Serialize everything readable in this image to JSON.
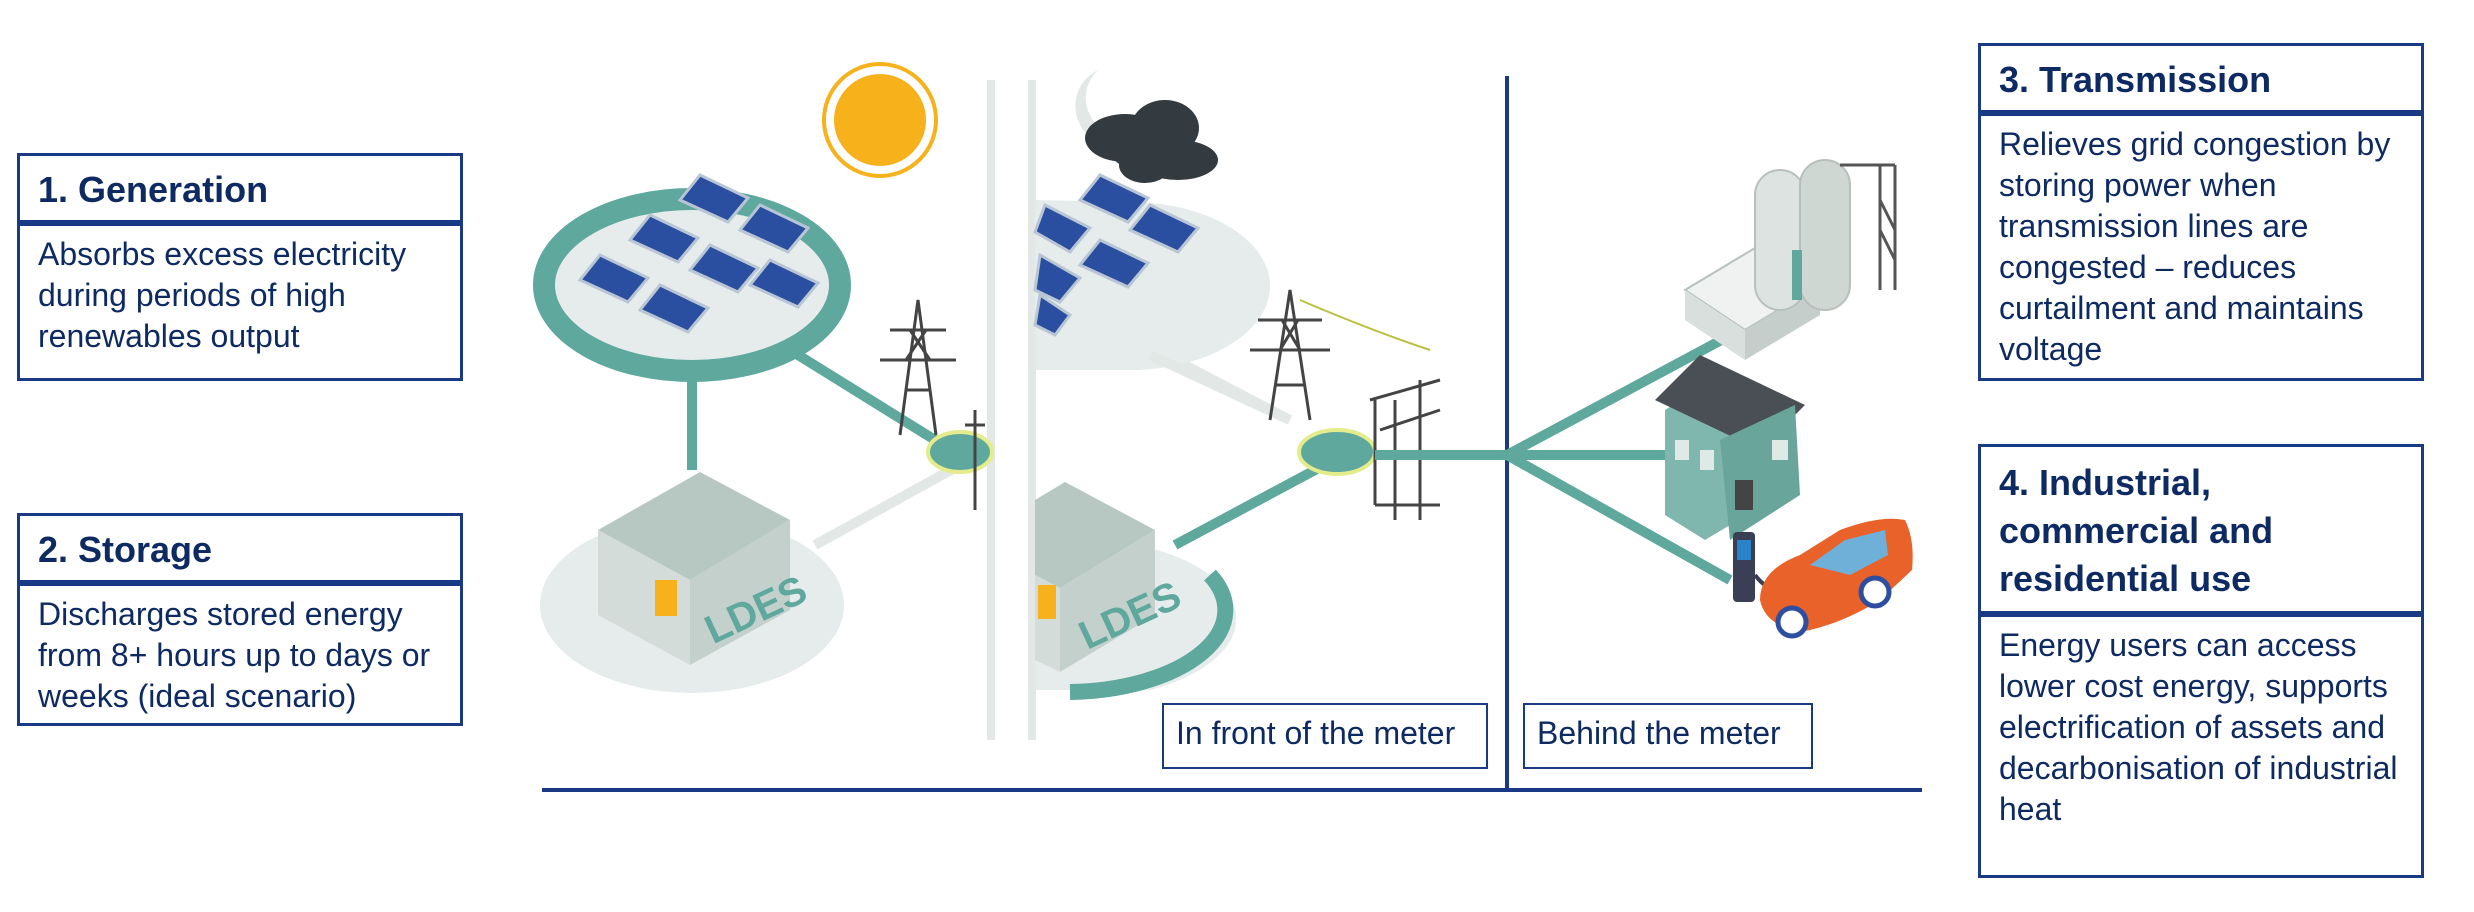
{
  "generation": {
    "title": "1. Generation",
    "body": "Absorbs excess electricity during periods of high renewables output"
  },
  "storage": {
    "title": "2. Storage",
    "body": "Discharges stored energy from 8+ hours up to days or weeks (ideal scenario)"
  },
  "transmission": {
    "title": "3. Transmission",
    "body": "Relieves grid congestion by storing power when transmission lines are congested – reduces curtailment and maintains voltage"
  },
  "industrial": {
    "title": "4. Industrial, commercial and residential use",
    "body": "Energy users can access lower cost energy, supports electrification of assets and decarbonisation of industrial heat"
  },
  "meter_labels": {
    "front": "In front of the meter",
    "behind": "Behind the meter"
  },
  "ldes_label_left": "LDES",
  "ldes_label_right": "LDES",
  "colors": {
    "navy": "#1b3a86",
    "teal": "#5fa89e",
    "light_gray": "#e3e8e6",
    "sun": "#f7b21b",
    "car": "#e8622a"
  }
}
